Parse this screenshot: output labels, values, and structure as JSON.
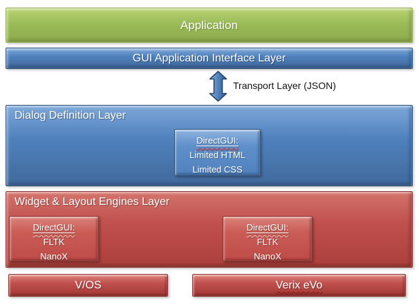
{
  "layers": {
    "application": {
      "label": "Application"
    },
    "gui_interface": {
      "label": "GUI Application Interface Layer"
    },
    "transport": {
      "label": "Transport Layer (JSON)",
      "icon": "double-vertical-arrow"
    },
    "dialog_definition": {
      "title": "Dialog Definition Layer",
      "inner_box": {
        "heading": "DirectGUI:",
        "lines": [
          "Limited HTML",
          "Limited CSS"
        ]
      }
    },
    "widget_layout": {
      "title": "Widget & Layout Engines Layer",
      "inner_boxes": [
        {
          "heading": "DirectGUI:",
          "lines": [
            "FLTK",
            "NanoX"
          ]
        },
        {
          "heading": "DirectGUI:",
          "lines": [
            "FLTK",
            "NanoX"
          ]
        }
      ]
    },
    "os_bars": [
      {
        "label": "V/OS"
      },
      {
        "label": "Verix eVo"
      }
    ]
  },
  "colors": {
    "accent_green": "#9bbb59",
    "accent_blue": "#4f81bd",
    "accent_red": "#c0504d",
    "text_on_fill": "#ffffff",
    "transport_text": "#111111",
    "squiggle_red": "#d93025",
    "squiggle_pink": "#f2c5be",
    "squiggle_dark_red": "#9c1f1c"
  }
}
